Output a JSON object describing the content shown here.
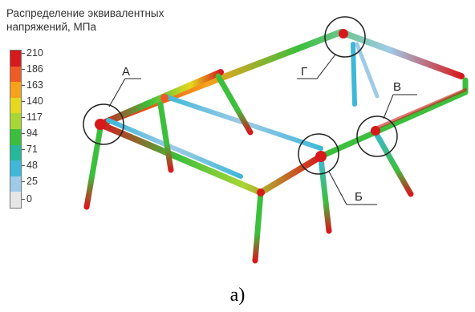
{
  "legend": {
    "title": "Распределение эквивалентных\nнапряжений, МПа",
    "ticks": [
      "210",
      "186",
      "163",
      "140",
      "117",
      "94",
      "71",
      "48",
      "25",
      "0"
    ],
    "colors": [
      "#d7191c",
      "#f05a24",
      "#f7a21a",
      "#e6d81e",
      "#a8d634",
      "#3cbf3c",
      "#25b89a",
      "#3fb8d8",
      "#9fcbe8",
      "#e6e6e6"
    ]
  },
  "labels": {
    "a": "А",
    "b": "Б",
    "v": "В",
    "g": "Г"
  },
  "caption": "а)"
}
